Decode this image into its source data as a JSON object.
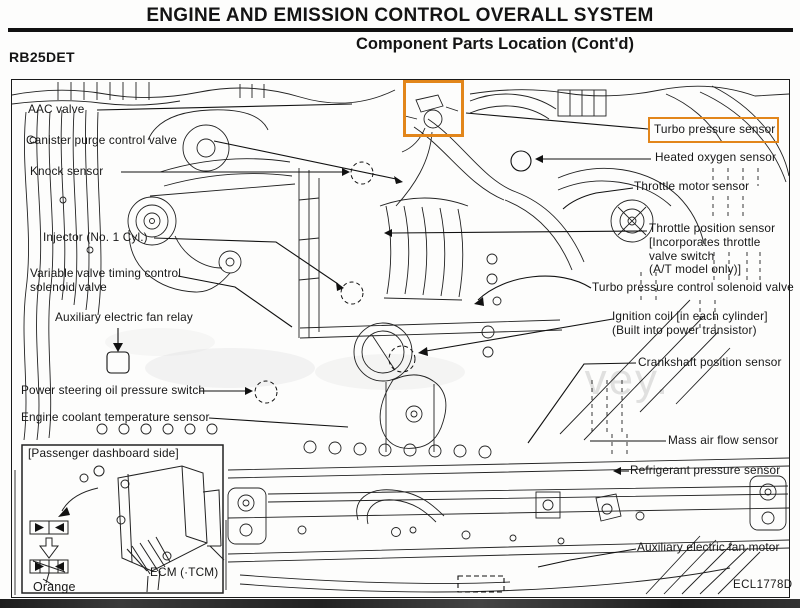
{
  "header": {
    "title": "ENGINE AND EMISSION CONTROL OVERALL SYSTEM",
    "subtitle": "Component Parts Location (Cont'd)",
    "engine_code": "RB25DET"
  },
  "figure": {
    "code": "ECL1778D"
  },
  "highlight": {
    "color": "#e2861b"
  },
  "watermark": {
    "fragment": "vey."
  },
  "labels_left": [
    {
      "id": "aac-valve",
      "lines": [
        "AAC valve"
      ]
    },
    {
      "id": "canister-purge-control-valve",
      "lines": [
        "Canister purge control valve"
      ]
    },
    {
      "id": "knock-sensor",
      "lines": [
        "Knock sensor"
      ]
    },
    {
      "id": "injector-no1-cyl",
      "lines": [
        "Injector (No. 1 Cyl.)"
      ]
    },
    {
      "id": "variable-valve-timing-control-solenoid-valve",
      "lines": [
        "Variable valve timing control",
        "solenoid valve"
      ]
    },
    {
      "id": "auxiliary-electric-fan-relay",
      "lines": [
        "Auxiliary electric fan relay"
      ]
    },
    {
      "id": "power-steering-oil-pressure-switch",
      "lines": [
        "Power steering oil pressure switch"
      ]
    },
    {
      "id": "engine-coolant-temperature-sensor",
      "lines": [
        "Engine coolant temperature sensor"
      ]
    }
  ],
  "labels_right": [
    {
      "id": "turbo-pressure-sensor",
      "highlighted": true,
      "lines": [
        "Turbo pressure sensor"
      ]
    },
    {
      "id": "heated-oxygen-sensor",
      "lines": [
        "Heated oxygen sensor"
      ]
    },
    {
      "id": "throttle-motor-sensor",
      "lines": [
        "Throttle motor sensor"
      ]
    },
    {
      "id": "throttle-position-sensor",
      "lines": [
        "Throttle position sensor",
        "[Incorporates throttle",
        "valve switch",
        "(A/T model only)]"
      ]
    },
    {
      "id": "turbo-pressure-control-solenoid-valve",
      "lines": [
        "Turbo pressure control solenoid valve"
      ]
    },
    {
      "id": "ignition-coil",
      "lines": [
        "Ignition coil [in each cylinder]",
        "(Built into power transistor)"
      ]
    },
    {
      "id": "crankshaft-position-sensor",
      "lines": [
        "Crankshaft position sensor"
      ]
    },
    {
      "id": "mass-air-flow-sensor",
      "lines": [
        "Mass air flow sensor"
      ]
    },
    {
      "id": "refrigerant-pressure-sensor",
      "lines": [
        "Refrigerant pressure sensor"
      ]
    },
    {
      "id": "auxiliary-electric-fan-motor",
      "lines": [
        "Auxiliary electric fan motor"
      ]
    }
  ],
  "inset": {
    "title": "[Passenger dashboard side]",
    "ecm_label": "ECM (·TCM)",
    "wire_color_label": "Orange"
  }
}
